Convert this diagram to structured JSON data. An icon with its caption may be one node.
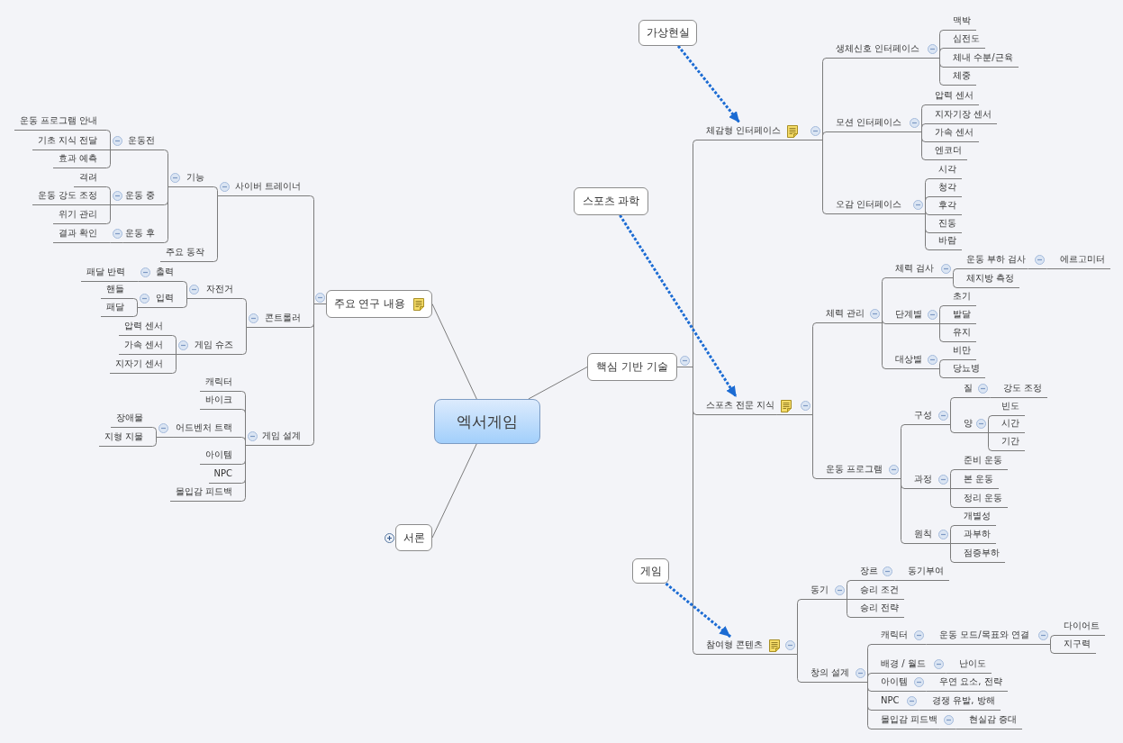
{
  "diagram": {
    "nodes": [
      {
        "text": [
          "엑서게임"
        ]
      },
      {
        "text": [
          "주요 연구 내용"
        ]
      },
      {
        "text": [
          "사이버 트레이너"
        ]
      },
      {
        "text": [
          "기능"
        ]
      },
      {
        "text": [
          "운동전"
        ]
      },
      {
        "text": [
          "운동 프로그램 안내"
        ]
      },
      {
        "text": [
          "기초 지식 전달"
        ]
      },
      {
        "text": [
          "효과 예측"
        ]
      },
      {
        "text": [
          "운동 중"
        ]
      },
      {
        "text": [
          "격려"
        ]
      },
      {
        "text": [
          "운동 강도 조정"
        ]
      },
      {
        "text": [
          "위기 관리"
        ]
      },
      {
        "text": [
          "운동 후"
        ]
      },
      {
        "text": [
          "결과 확인"
        ]
      },
      {
        "text": [
          "주요 동작"
        ]
      },
      {
        "text": [
          "콘트롤러"
        ]
      },
      {
        "text": [
          "자전거"
        ]
      },
      {
        "text": [
          "출력"
        ]
      },
      {
        "text": [
          "패달 반력"
        ]
      },
      {
        "text": [
          "입력"
        ]
      },
      {
        "text": [
          "핸들"
        ]
      },
      {
        "text": [
          "패달"
        ]
      },
      {
        "text": [
          "게임 슈즈"
        ]
      },
      {
        "text": [
          "압력 센서"
        ]
      },
      {
        "text": [
          "가속 센서"
        ]
      },
      {
        "text": [
          "지자기 센서"
        ]
      },
      {
        "text": [
          "게임 설계"
        ]
      },
      {
        "text": [
          "캐릭터"
        ]
      },
      {
        "text": [
          "바이크"
        ]
      },
      {
        "text": [
          "어드벤처 트랙"
        ]
      },
      {
        "text": [
          "장애물"
        ]
      },
      {
        "text": [
          "지형 지물"
        ]
      },
      {
        "text": [
          "아이템"
        ]
      },
      {
        "text": [
          "NPC"
        ]
      },
      {
        "text": [
          "몰입감 피드백"
        ]
      },
      {
        "text": [
          "서론"
        ]
      },
      {
        "text": [
          "핵심 기반 기술"
        ]
      },
      {
        "text": [
          "체감형 인터페이스"
        ]
      },
      {
        "text": [
          "생체신호 인터페이스"
        ]
      },
      {
        "text": [
          "맥박"
        ]
      },
      {
        "text": [
          "심전도"
        ]
      },
      {
        "text": [
          "체내 수분/근육"
        ]
      },
      {
        "text": [
          "체중"
        ]
      },
      {
        "text": [
          "모션 인터페이스"
        ]
      },
      {
        "text": [
          "압력 센서"
        ]
      },
      {
        "text": [
          "지자기장 센서"
        ]
      },
      {
        "text": [
          "가속 센서"
        ]
      },
      {
        "text": [
          "엔코더"
        ]
      },
      {
        "text": [
          "오감 인터페이스"
        ]
      },
      {
        "text": [
          "시각"
        ]
      },
      {
        "text": [
          "청각"
        ]
      },
      {
        "text": [
          "후각"
        ]
      },
      {
        "text": [
          "진동"
        ]
      },
      {
        "text": [
          "바람"
        ]
      },
      {
        "text": [
          "스포츠 전문 지식"
        ]
      },
      {
        "text": [
          "체력 관리"
        ]
      },
      {
        "text": [
          "체력 검사"
        ]
      },
      {
        "text": [
          "운동 부하 검사"
        ]
      },
      {
        "text": [
          "에르고미터"
        ]
      },
      {
        "text": [
          "체지방 측정"
        ]
      },
      {
        "text": [
          "단계별"
        ]
      },
      {
        "text": [
          "초기"
        ]
      },
      {
        "text": [
          "발달"
        ]
      },
      {
        "text": [
          "유지"
        ]
      },
      {
        "text": [
          "대상별"
        ]
      },
      {
        "text": [
          "비만"
        ]
      },
      {
        "text": [
          "당뇨병"
        ]
      },
      {
        "text": [
          "운동 프로그램"
        ]
      },
      {
        "text": [
          "구성"
        ]
      },
      {
        "text": [
          "질"
        ]
      },
      {
        "text": [
          "강도 조정"
        ]
      },
      {
        "text": [
          "양"
        ]
      },
      {
        "text": [
          "빈도"
        ]
      },
      {
        "text": [
          "시간"
        ]
      },
      {
        "text": [
          "기간"
        ]
      },
      {
        "text": [
          "과정"
        ]
      },
      {
        "text": [
          "준비 운동"
        ]
      },
      {
        "text": [
          "본 운동"
        ]
      },
      {
        "text": [
          "정리 운동"
        ]
      },
      {
        "text": [
          "원칙"
        ]
      },
      {
        "text": [
          "개별성"
        ]
      },
      {
        "text": [
          "과부하"
        ]
      },
      {
        "text": [
          "점증부하"
        ]
      },
      {
        "text": [
          "참여형 콘텐츠"
        ]
      },
      {
        "text": [
          "동기"
        ]
      },
      {
        "text": [
          "장르"
        ]
      },
      {
        "text": [
          "동기부여"
        ]
      },
      {
        "text": [
          "승리 조건"
        ]
      },
      {
        "text": [
          "승리 전략"
        ]
      },
      {
        "text": [
          "창의 설계"
        ]
      },
      {
        "text": [
          "캐릭터"
        ]
      },
      {
        "text": [
          "운동 모드/목표와 연결"
        ]
      },
      {
        "text": [
          "다이어트"
        ]
      },
      {
        "text": [
          "지구력"
        ]
      },
      {
        "text": [
          "배경 / 월드"
        ]
      },
      {
        "text": [
          "난이도"
        ]
      },
      {
        "text": [
          "아이템"
        ]
      },
      {
        "text": [
          "우연 요소, 전략"
        ]
      },
      {
        "text": [
          "NPC"
        ]
      },
      {
        "text": [
          "경쟁 유발, 방해"
        ]
      },
      {
        "text": [
          "몰입감 피드백"
        ]
      },
      {
        "text": [
          "현실감 증대"
        ]
      },
      {
        "text": [
          "가상현실"
        ]
      },
      {
        "text": [
          "스포츠 과학"
        ]
      },
      {
        "text": [
          "게임"
        ]
      }
    ],
    "edges": [
      {
        "from": 0,
        "to": 1,
        "arrow": "none"
      },
      {
        "from": 1,
        "to": 2,
        "arrow": "none"
      },
      {
        "from": 2,
        "to": 3,
        "arrow": "none"
      },
      {
        "from": 3,
        "to": 4,
        "arrow": "none"
      },
      {
        "from": 4,
        "to": 5,
        "arrow": "none"
      },
      {
        "from": 4,
        "to": 6,
        "arrow": "none"
      },
      {
        "from": 4,
        "to": 7,
        "arrow": "none"
      },
      {
        "from": 3,
        "to": 8,
        "arrow": "none"
      },
      {
        "from": 8,
        "to": 9,
        "arrow": "none"
      },
      {
        "from": 8,
        "to": 10,
        "arrow": "none"
      },
      {
        "from": 8,
        "to": 11,
        "arrow": "none"
      },
      {
        "from": 3,
        "to": 12,
        "arrow": "none"
      },
      {
        "from": 12,
        "to": 13,
        "arrow": "none"
      },
      {
        "from": 2,
        "to": 14,
        "arrow": "none"
      },
      {
        "from": 1,
        "to": 15,
        "arrow": "none"
      },
      {
        "from": 15,
        "to": 16,
        "arrow": "none"
      },
      {
        "from": 16,
        "to": 17,
        "arrow": "none"
      },
      {
        "from": 17,
        "to": 18,
        "arrow": "none"
      },
      {
        "from": 16,
        "to": 19,
        "arrow": "none"
      },
      {
        "from": 19,
        "to": 20,
        "arrow": "none"
      },
      {
        "from": 19,
        "to": 21,
        "arrow": "none"
      },
      {
        "from": 15,
        "to": 22,
        "arrow": "none"
      },
      {
        "from": 22,
        "to": 23,
        "arrow": "none"
      },
      {
        "from": 22,
        "to": 24,
        "arrow": "none"
      },
      {
        "from": 22,
        "to": 25,
        "arrow": "none"
      },
      {
        "from": 1,
        "to": 26,
        "arrow": "none"
      },
      {
        "from": 26,
        "to": 27,
        "arrow": "none"
      },
      {
        "from": 26,
        "to": 28,
        "arrow": "none"
      },
      {
        "from": 26,
        "to": 29,
        "arrow": "none"
      },
      {
        "from": 29,
        "to": 30,
        "arrow": "none"
      },
      {
        "from": 29,
        "to": 31,
        "arrow": "none"
      },
      {
        "from": 26,
        "to": 32,
        "arrow": "none"
      },
      {
        "from": 26,
        "to": 33,
        "arrow": "none"
      },
      {
        "from": 26,
        "to": 34,
        "arrow": "none"
      },
      {
        "from": 0,
        "to": 35,
        "arrow": "none"
      },
      {
        "from": 0,
        "to": 36,
        "arrow": "none"
      },
      {
        "from": 36,
        "to": 37,
        "arrow": "none"
      },
      {
        "from": 37,
        "to": 38,
        "arrow": "none"
      },
      {
        "from": 38,
        "to": 39,
        "arrow": "none"
      },
      {
        "from": 38,
        "to": 40,
        "arrow": "none"
      },
      {
        "from": 38,
        "to": 41,
        "arrow": "none"
      },
      {
        "from": 38,
        "to": 42,
        "arrow": "none"
      },
      {
        "from": 37,
        "to": 43,
        "arrow": "none"
      },
      {
        "from": 43,
        "to": 44,
        "arrow": "none"
      },
      {
        "from": 43,
        "to": 45,
        "arrow": "none"
      },
      {
        "from": 43,
        "to": 46,
        "arrow": "none"
      },
      {
        "from": 43,
        "to": 47,
        "arrow": "none"
      },
      {
        "from": 37,
        "to": 48,
        "arrow": "none"
      },
      {
        "from": 48,
        "to": 49,
        "arrow": "none"
      },
      {
        "from": 48,
        "to": 50,
        "arrow": "none"
      },
      {
        "from": 48,
        "to": 51,
        "arrow": "none"
      },
      {
        "from": 48,
        "to": 52,
        "arrow": "none"
      },
      {
        "from": 48,
        "to": 53,
        "arrow": "none"
      },
      {
        "from": 36,
        "to": 54,
        "arrow": "none"
      },
      {
        "from": 54,
        "to": 55,
        "arrow": "none"
      },
      {
        "from": 55,
        "to": 56,
        "arrow": "none"
      },
      {
        "from": 56,
        "to": 57,
        "arrow": "none"
      },
      {
        "from": 57,
        "to": 58,
        "arrow": "none"
      },
      {
        "from": 56,
        "to": 59,
        "arrow": "none"
      },
      {
        "from": 55,
        "to": 60,
        "arrow": "none"
      },
      {
        "from": 60,
        "to": 61,
        "arrow": "none"
      },
      {
        "from": 60,
        "to": 62,
        "arrow": "none"
      },
      {
        "from": 60,
        "to": 63,
        "arrow": "none"
      },
      {
        "from": 55,
        "to": 64,
        "arrow": "none"
      },
      {
        "from": 64,
        "to": 65,
        "arrow": "none"
      },
      {
        "from": 64,
        "to": 66,
        "arrow": "none"
      },
      {
        "from": 54,
        "to": 67,
        "arrow": "none"
      },
      {
        "from": 67,
        "to": 68,
        "arrow": "none"
      },
      {
        "from": 68,
        "to": 69,
        "arrow": "none"
      },
      {
        "from": 69,
        "to": 70,
        "arrow": "none"
      },
      {
        "from": 68,
        "to": 71,
        "arrow": "none"
      },
      {
        "from": 71,
        "to": 72,
        "arrow": "none"
      },
      {
        "from": 71,
        "to": 73,
        "arrow": "none"
      },
      {
        "from": 71,
        "to": 74,
        "arrow": "none"
      },
      {
        "from": 67,
        "to": 75,
        "arrow": "none"
      },
      {
        "from": 75,
        "to": 76,
        "arrow": "none"
      },
      {
        "from": 75,
        "to": 77,
        "arrow": "none"
      },
      {
        "from": 75,
        "to": 78,
        "arrow": "none"
      },
      {
        "from": 67,
        "to": 79,
        "arrow": "none"
      },
      {
        "from": 79,
        "to": 80,
        "arrow": "none"
      },
      {
        "from": 79,
        "to": 81,
        "arrow": "none"
      },
      {
        "from": 79,
        "to": 82,
        "arrow": "none"
      },
      {
        "from": 36,
        "to": 83,
        "arrow": "none"
      },
      {
        "from": 83,
        "to": 84,
        "arrow": "none"
      },
      {
        "from": 84,
        "to": 85,
        "arrow": "none"
      },
      {
        "from": 85,
        "to": 86,
        "arrow": "none"
      },
      {
        "from": 84,
        "to": 87,
        "arrow": "none"
      },
      {
        "from": 84,
        "to": 88,
        "arrow": "none"
      },
      {
        "from": 83,
        "to": 89,
        "arrow": "none"
      },
      {
        "from": 89,
        "to": 90,
        "arrow": "none"
      },
      {
        "from": 90,
        "to": 91,
        "arrow": "none"
      },
      {
        "from": 91,
        "to": 92,
        "arrow": "none"
      },
      {
        "from": 91,
        "to": 93,
        "arrow": "none"
      },
      {
        "from": 89,
        "to": 94,
        "arrow": "none"
      },
      {
        "from": 94,
        "to": 95,
        "arrow": "none"
      },
      {
        "from": 89,
        "to": 96,
        "arrow": "none"
      },
      {
        "from": 96,
        "to": 97,
        "arrow": "none"
      },
      {
        "from": 89,
        "to": 98,
        "arrow": "none"
      },
      {
        "from": 98,
        "to": 99,
        "arrow": "none"
      },
      {
        "from": 89,
        "to": 100,
        "arrow": "none"
      },
      {
        "from": 100,
        "to": 101,
        "arrow": "none"
      },
      {
        "from": 102,
        "to": 37,
        "arrow": "to",
        "style": "dashed",
        "color": "#1b6bd3"
      },
      {
        "from": 103,
        "to": 54,
        "arrow": "to",
        "style": "dashed",
        "color": "#1b6bd3"
      },
      {
        "from": 104,
        "to": 83,
        "arrow": "to",
        "style": "dashed",
        "color": "#1b6bd3"
      }
    ]
  }
}
